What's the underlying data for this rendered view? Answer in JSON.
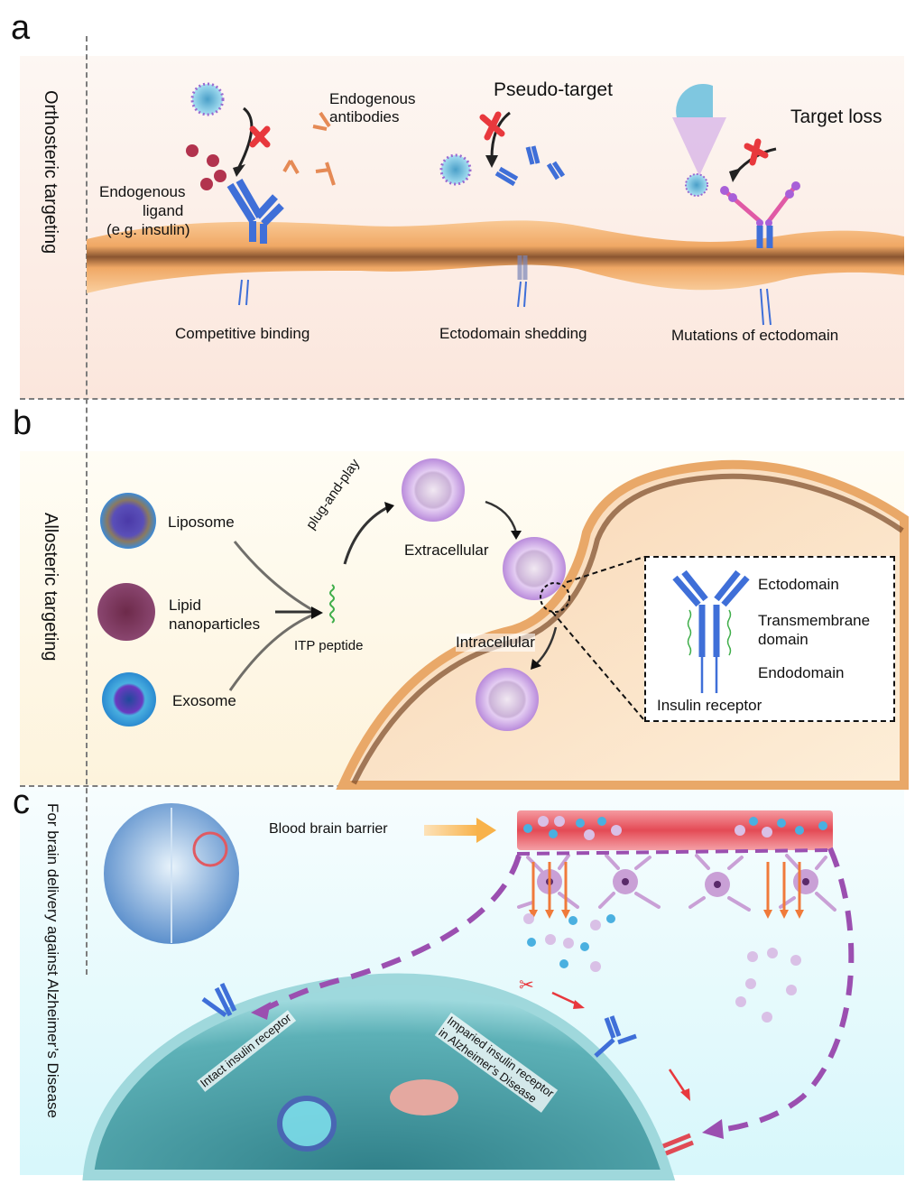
{
  "panels": {
    "a": {
      "letter": "a",
      "side_label": "Orthosteric targeting",
      "labels": {
        "endogenous_antibodies": "Endogenous\nantibodies",
        "endogenous_ligand_1": "Endogenous",
        "endogenous_ligand_2": "ligand",
        "endogenous_ligand_3": "(e.g. insulin)",
        "pseudo_target": "Pseudo-target",
        "target_loss": "Target loss",
        "competitive_binding": "Competitive binding",
        "ectodomain_shedding": "Ectodomain shedding",
        "mutations": "Mutations of ectodomain"
      },
      "colors": {
        "membrane": "#f2b27a",
        "receptor": "#3f6fd8",
        "blocked_x": "#e8383d",
        "antibody": "#e58a55",
        "ligand": "#b2334e"
      }
    },
    "b": {
      "letter": "b",
      "side_label": "Allosteric targeting",
      "labels": {
        "liposome": "Liposome",
        "lipid_np_1": "Lipid",
        "lipid_np_2": "nanoparticles",
        "exosome": "Exosome",
        "itp_peptide": "ITP peptide",
        "plug_and_play": "plug-and-play",
        "extracellular": "Extracellular",
        "intracellular": "Intracellular"
      },
      "inset": {
        "ectodomain": "Ectodomain",
        "transmembrane_1": "Transmembrane",
        "transmembrane_2": "domain",
        "endodomain": "Endodomain",
        "insulin_receptor": "Insulin receptor"
      },
      "colors": {
        "peptide": "#3fae4a",
        "vesicle": "#c9a6e0",
        "receptor": "#3f6fd8"
      }
    },
    "c": {
      "letter": "c",
      "side_label": "For brain delivery against Alzheimer’s Disease",
      "labels": {
        "bbb": "Blood brain barrier",
        "intact_receptor": "Intact insulin receptor",
        "impaired_receptor_1": "Imparied insulin receptor",
        "impaired_receptor_2": "in Alzheimer's Disease"
      },
      "colors": {
        "vessel": "#e04a55",
        "path_arrow": "#9b4fb0",
        "cell": "#5fb3b8",
        "neuron": "#c9a0d6",
        "transport_arrow": "#f07a3a"
      }
    }
  }
}
